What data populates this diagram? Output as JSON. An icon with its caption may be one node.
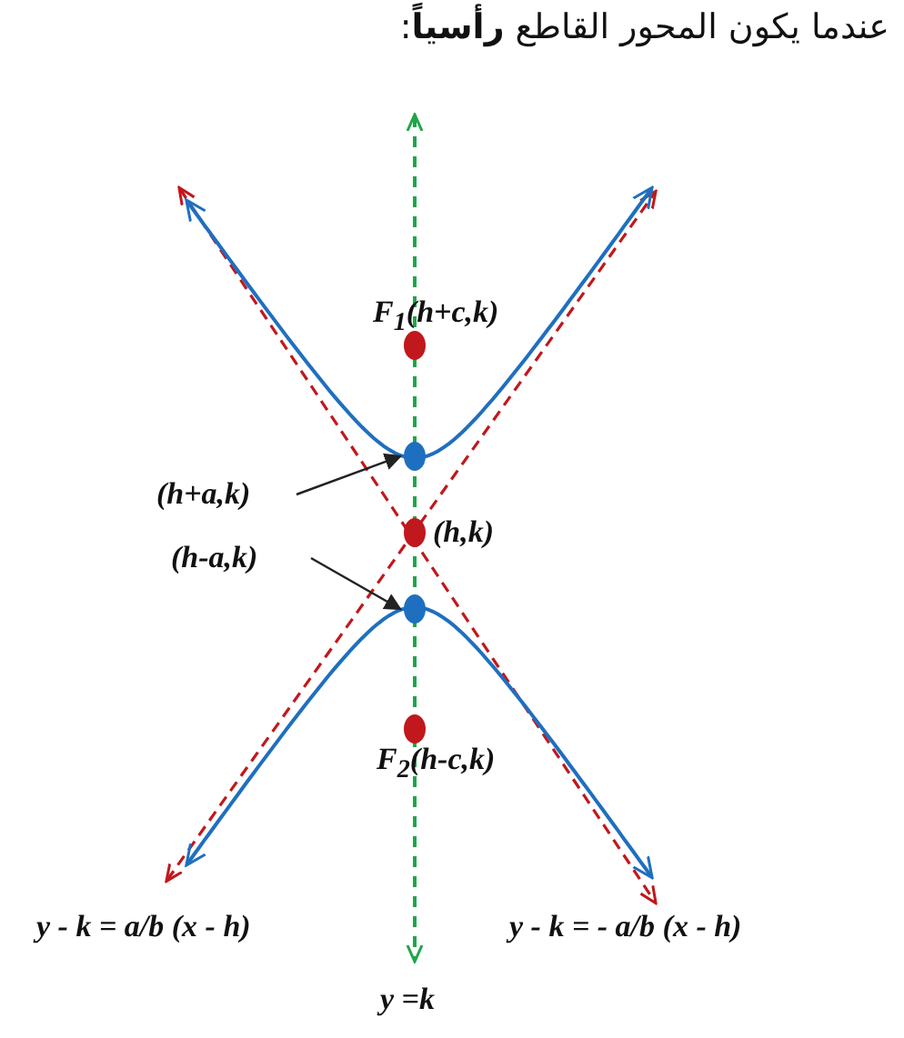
{
  "diagram": {
    "title": "عندما يكون المحور القاطع **رأسياً**:",
    "nodes": [
      {
        "text": [
          "(h+a,k)"
        ]
      },
      {
        "text": [],
        "shape": "circle"
      },
      {
        "text": [
          "(h-a,k)"
        ]
      },
      {
        "text": [],
        "shape": "circle"
      }
    ],
    "edges": [
      {
        "from": 0,
        "to": 1,
        "arrow": "to"
      },
      {
        "from": 2,
        "to": 3,
        "arrow": "to"
      }
    ],
    "labels": [
      "F$_{1}$(h+c,k)",
      "(h,k)",
      "F$_{2}$(h-c,k)",
      "y - k = a/b (x - h)",
      "y - k = - a/b (x - h)",
      "y =k"
    ]
  }
}
